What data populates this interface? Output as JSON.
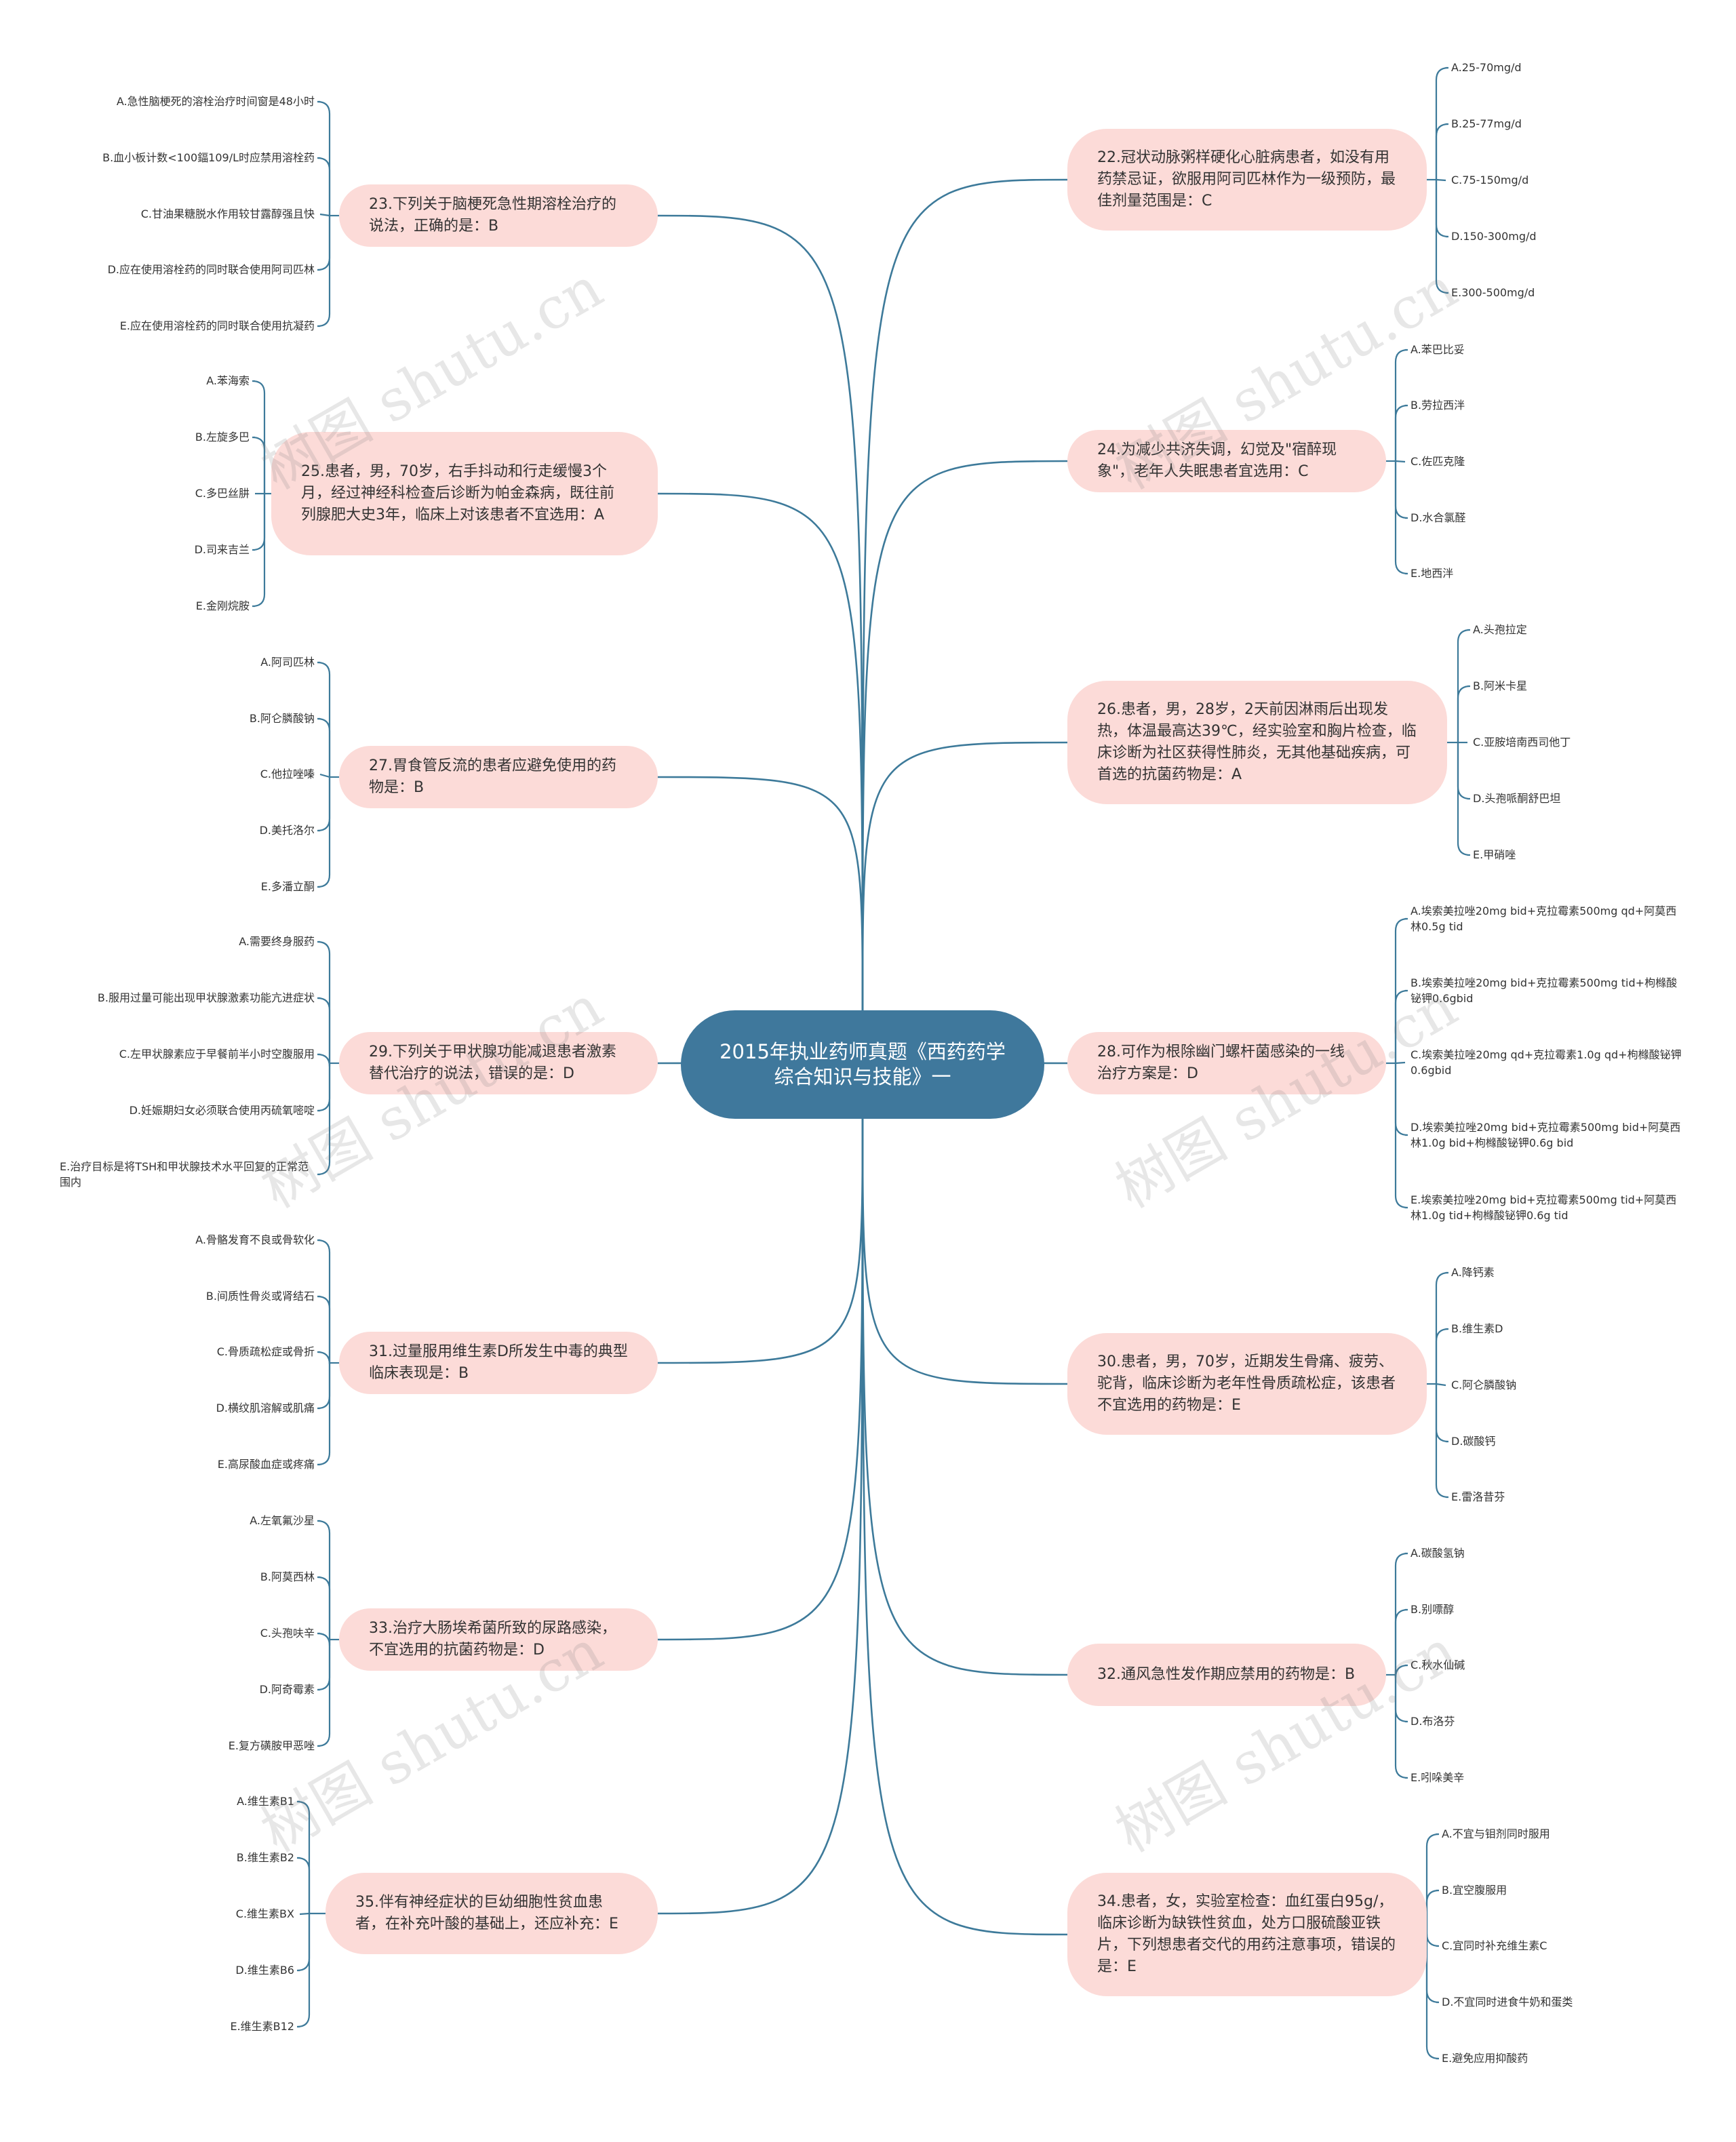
{
  "root": {
    "text": "2015年执业药师真题《西药药学综合知识与技能》一"
  },
  "watermark": "树图 shutu.cn",
  "colors": {
    "root": "#3f789c",
    "branch": "#fcdbd8",
    "line": "#3d7a9a"
  },
  "branches": [
    {
      "id": "q23",
      "text": "23.下列关于脑梗死急性期溶栓治疗的说法，正确的是：B",
      "options": [
        "A.急性脑梗死的溶栓治疗时间窗是48小时",
        "B.血小板计数<100鍢109/L时应禁用溶栓药",
        "C.甘油果糖脱水作用较甘露醇强且快",
        "D.应在使用溶栓药的同时联合使用阿司匹林",
        "E.应在使用溶栓药的同时联合使用抗凝药"
      ]
    },
    {
      "id": "q25",
      "text": "25.患者，男，70岁，右手抖动和行走缓慢3个月，经过神经科检查后诊断为帕金森病，既往前列腺肥大史3年，临床上对该患者不宜选用：A",
      "options": [
        "A.苯海索",
        "B.左旋多巴",
        "C.多巴丝肼",
        "D.司来吉兰",
        "E.金刚烷胺"
      ]
    },
    {
      "id": "q27",
      "text": "27.胃食管反流的患者应避免使用的药物是：B",
      "options": [
        "A.阿司匹林",
        "B.阿仑膦酸钠",
        "C.他拉唑嗪",
        "D.美托洛尔",
        "E.多潘立酮"
      ]
    },
    {
      "id": "q29",
      "text": "29.下列关于甲状腺功能减退患者激素替代治疗的说法，错误的是：D",
      "options": [
        "A.需要终身服药",
        "B.服用过量可能出现甲状腺激素功能亢进症状",
        "C.左甲状腺素应于早餐前半小时空腹服用",
        "D.妊娠期妇女必须联合使用丙硫氧嘧啶",
        "E.治疗目标是将TSH和甲状腺技术水平回复的正常范围内"
      ]
    },
    {
      "id": "q31",
      "text": "31.过量服用维生素D所发生中毒的典型临床表现是：B",
      "options": [
        "A.骨骼发育不良或骨软化",
        "B.间质性骨炎或肾结石",
        "C.骨质疏松症或骨折",
        "D.横纹肌溶解或肌痛",
        "E.高尿酸血症或疼痛"
      ]
    },
    {
      "id": "q33",
      "text": "33.治疗大肠埃希菌所致的尿路感染，不宜选用的抗菌药物是：D",
      "options": [
        "A.左氧氟沙星",
        "B.阿莫西林",
        "C.头孢呋辛",
        "D.阿奇霉素",
        "E.复方磺胺甲恶唑"
      ]
    },
    {
      "id": "q35",
      "text": "35.伴有神经症状的巨幼细胞性贫血患者，在补充叶酸的基础上，还应补充：E",
      "options": [
        "A.维生素B1",
        "B.维生素B2",
        "C.维生素BX",
        "D.维生素B6",
        "E.维生素B12"
      ]
    },
    {
      "id": "q22",
      "text": "22.冠状动脉粥样硬化心脏病患者，如没有用药禁忌证，欲服用阿司匹林作为一级预防，最佳剂量范围是：C",
      "options": [
        "A.25-70mg/d",
        "B.25-77mg/d",
        "C.75-150mg/d",
        "D.150-300mg/d",
        "E.300-500mg/d"
      ]
    },
    {
      "id": "q24",
      "text": "24.为减少共济失调，幻觉及\"宿醉现象\"，老年人失眠患者宜选用：C",
      "options": [
        "A.苯巴比妥",
        "B.劳拉西泮",
        "C.佐匹克隆",
        "D.水合氯醛",
        "E.地西泮"
      ]
    },
    {
      "id": "q26",
      "text": "26.患者，男，28岁，2天前因淋雨后出现发热，体温最高达39℃，经实验室和胸片检查，临床诊断为社区获得性肺炎，无其他基础疾病，可首选的抗菌药物是：A",
      "options": [
        "A.头孢拉定",
        "B.阿米卡星",
        "C.亚胺培南西司他丁",
        "D.头孢哌酮舒巴坦",
        "E.甲硝唑"
      ]
    },
    {
      "id": "q28",
      "text": "28.可作为根除幽门螺杆菌感染的一线治疗方案是：D",
      "options": [
        "A.埃索美拉唑20mg bid+克拉霉素500mg qd+阿莫西林0.5g tid",
        "B.埃索美拉唑20mg bid+克拉霉素500mg tid+枸橼酸铋钾0.6gbid",
        "C.埃索美拉唑20mg qd+克拉霉素1.0g qd+枸橼酸铋钾0.6gbid",
        "D.埃索美拉唑20mg bid+克拉霉素500mg bid+阿莫西林1.0g bid+枸橼酸铋钾0.6g bid",
        "E.埃索美拉唑20mg bid+克拉霉素500mg tid+阿莫西林1.0g tid+枸橼酸铋钾0.6g tid"
      ]
    },
    {
      "id": "q30",
      "text": "30.患者，男，70岁，近期发生骨痛、疲劳、驼背，临床诊断为老年性骨质疏松症，该患者不宜选用的药物是：E",
      "options": [
        "A.降钙素",
        "B.维生素D",
        "C.阿仑膦酸钠",
        "D.碳酸钙",
        "E.雷洛昔芬"
      ]
    },
    {
      "id": "q32",
      "text": "32.通风急性发作期应禁用的药物是：B",
      "options": [
        "A.碳酸氢钠",
        "B.别嘌醇",
        "C.秋水仙碱",
        "D.布洛芬",
        "E.吲哚美辛"
      ]
    },
    {
      "id": "q34",
      "text": "34.患者，女，实验室检查：血红蛋白95g/，临床诊断为缺铁性贫血，处方口服硫酸亚铁片，下列想患者交代的用药注意事项，错误的是：E",
      "options": [
        "A.不宜与钼剂同时服用",
        "B.宜空腹服用",
        "C.宜同时补充维生素C",
        "D.不宜同时进食牛奶和蛋类",
        "E.避免应用抑酸药"
      ]
    }
  ]
}
